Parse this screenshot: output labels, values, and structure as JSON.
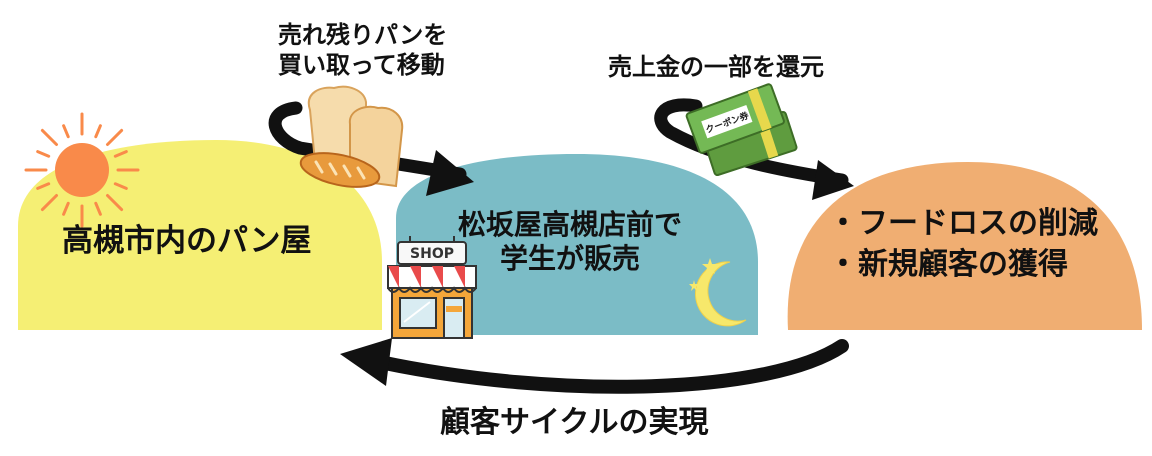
{
  "nodes": [
    {
      "id": "bakery",
      "label": "高槻市内のパン屋",
      "color": "#f5ef74"
    },
    {
      "id": "sale",
      "label": "松坂屋高槻店前で\n学生が販売",
      "color": "#7bbcc6"
    },
    {
      "id": "benefit",
      "label": "・フードロスの削減\n・新規顧客の獲得",
      "color": "#f0ae72"
    }
  ],
  "steps": [
    {
      "from": "bakery",
      "to": "sale",
      "label": "売れ残りパンを\n買い取って移動"
    },
    {
      "from": "sale",
      "to": "benefit",
      "label": "売上金の一部を還元"
    },
    {
      "from": "benefit",
      "to": "bakery",
      "label": "顧客サイクルの実現"
    }
  ],
  "illustrations": {
    "shop_sign": "SHOP",
    "coupon": "クーポン券",
    "icons": [
      "sun-icon",
      "bread-icon",
      "shop-icon",
      "coupon-icon",
      "moon-icon",
      "star-icon"
    ]
  },
  "colors": {
    "arrow": "#111111",
    "sun": "#f98a4a",
    "coupon": "#74b955"
  }
}
